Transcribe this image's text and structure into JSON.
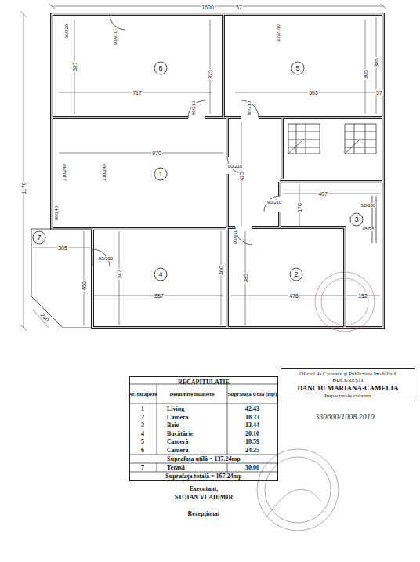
{
  "diagram": {
    "nodes": [
      {
        "text": [
          "RECAPITULATIE"
        ]
      },
      {
        "text": [
          "Oficiul de Cadastru şi Publicitate Imobiliară BUCUREŞTI",
          "DANCIU MARIANA-CAMELIA",
          "Inspector de cadastru"
        ]
      }
    ],
    "labels": [
      "1600",
      "57",
      "385",
      "57",
      "90/220",
      "90/210",
      "327",
      "717",
      "323",
      "222/160",
      "305",
      "593",
      "90/210",
      "90/210",
      "1170",
      "970",
      "90/210",
      "210/240",
      "210/240",
      "425",
      "90/210",
      "407",
      "170",
      "50/100",
      "45/95",
      "90/240",
      "305",
      "80/210",
      "90/210",
      "400",
      "347",
      "400",
      "385",
      "557",
      "476",
      "152",
      "240",
      "6",
      "5",
      "1",
      "3",
      "7",
      "4",
      "2",
      "Nr. încăpere",
      "Denumire încăpere",
      "Suprafaţa Utilă (mp)",
      "1",
      "Living",
      "42.43",
      "2",
      "Cameră",
      "18.33",
      "3",
      "Baie",
      "13.44",
      "4",
      "Bucătărie",
      "20.10",
      "5",
      "Cameră",
      "18.59",
      "6",
      "Cameră",
      "24.35",
      "Suprafaţa utilă = 137.24mp",
      "7",
      "Terasă",
      "30.00",
      "Suprafaţa totală = 167.24mp",
      "Executant,",
      "STOIAN VLADIMIR",
      "Recepţionat",
      "330660/1008.2010"
    ]
  }
}
